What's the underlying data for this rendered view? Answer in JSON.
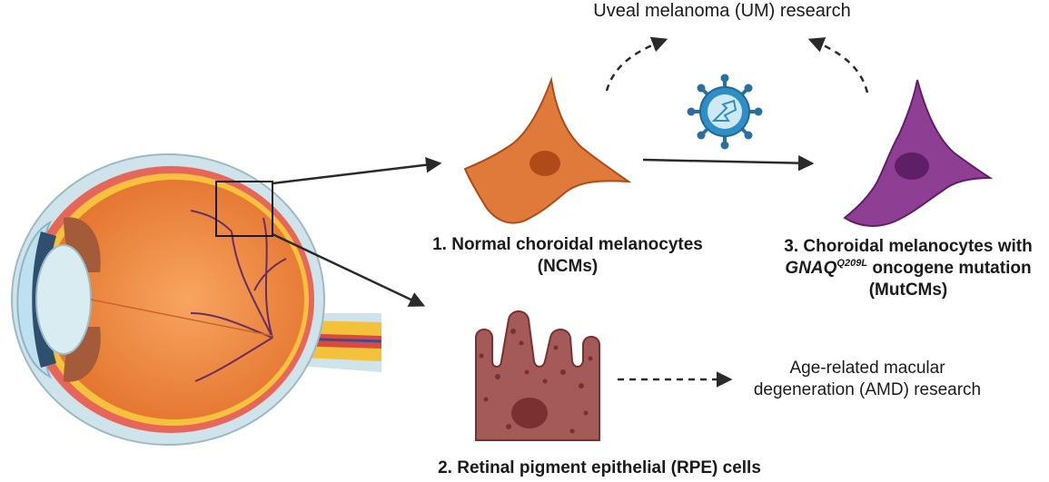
{
  "labels": {
    "top_title": "Uveal melanoma (UM) research",
    "ncm_line1": "1. Normal choroidal melanocytes",
    "ncm_line2": "(NCMs)",
    "mut_line1": "3. Choroidal melanocytes with",
    "mut_gene": "GNAQ",
    "mut_sup": "Q209L",
    "mut_tail": " oncogene mutation",
    "mut_line3": "(MutCMs)",
    "amd_line1": "Age-related macular",
    "amd_line2": "degeneration (AMD) research",
    "rpe_label": "2. Retinal pigment epithelial (RPE) cells"
  },
  "colors": {
    "ncm_cell": "#e07a3a",
    "ncm_nucleus": "#b04a18",
    "mut_cell": "#8e3f94",
    "mut_nucleus": "#5e1f66",
    "rpe_cell": "#a45a58",
    "rpe_nucleus": "#7a2f30",
    "eye_orange": "#f0863a",
    "eye_sclera": "#cfe3ea",
    "virus_blue": "#2f8ec5",
    "arrow": "#2a2a2a"
  },
  "icons": [
    "eye-anatomy-icon",
    "virus-icon",
    "melanocyte-icon",
    "rpe-cell-icon"
  ]
}
